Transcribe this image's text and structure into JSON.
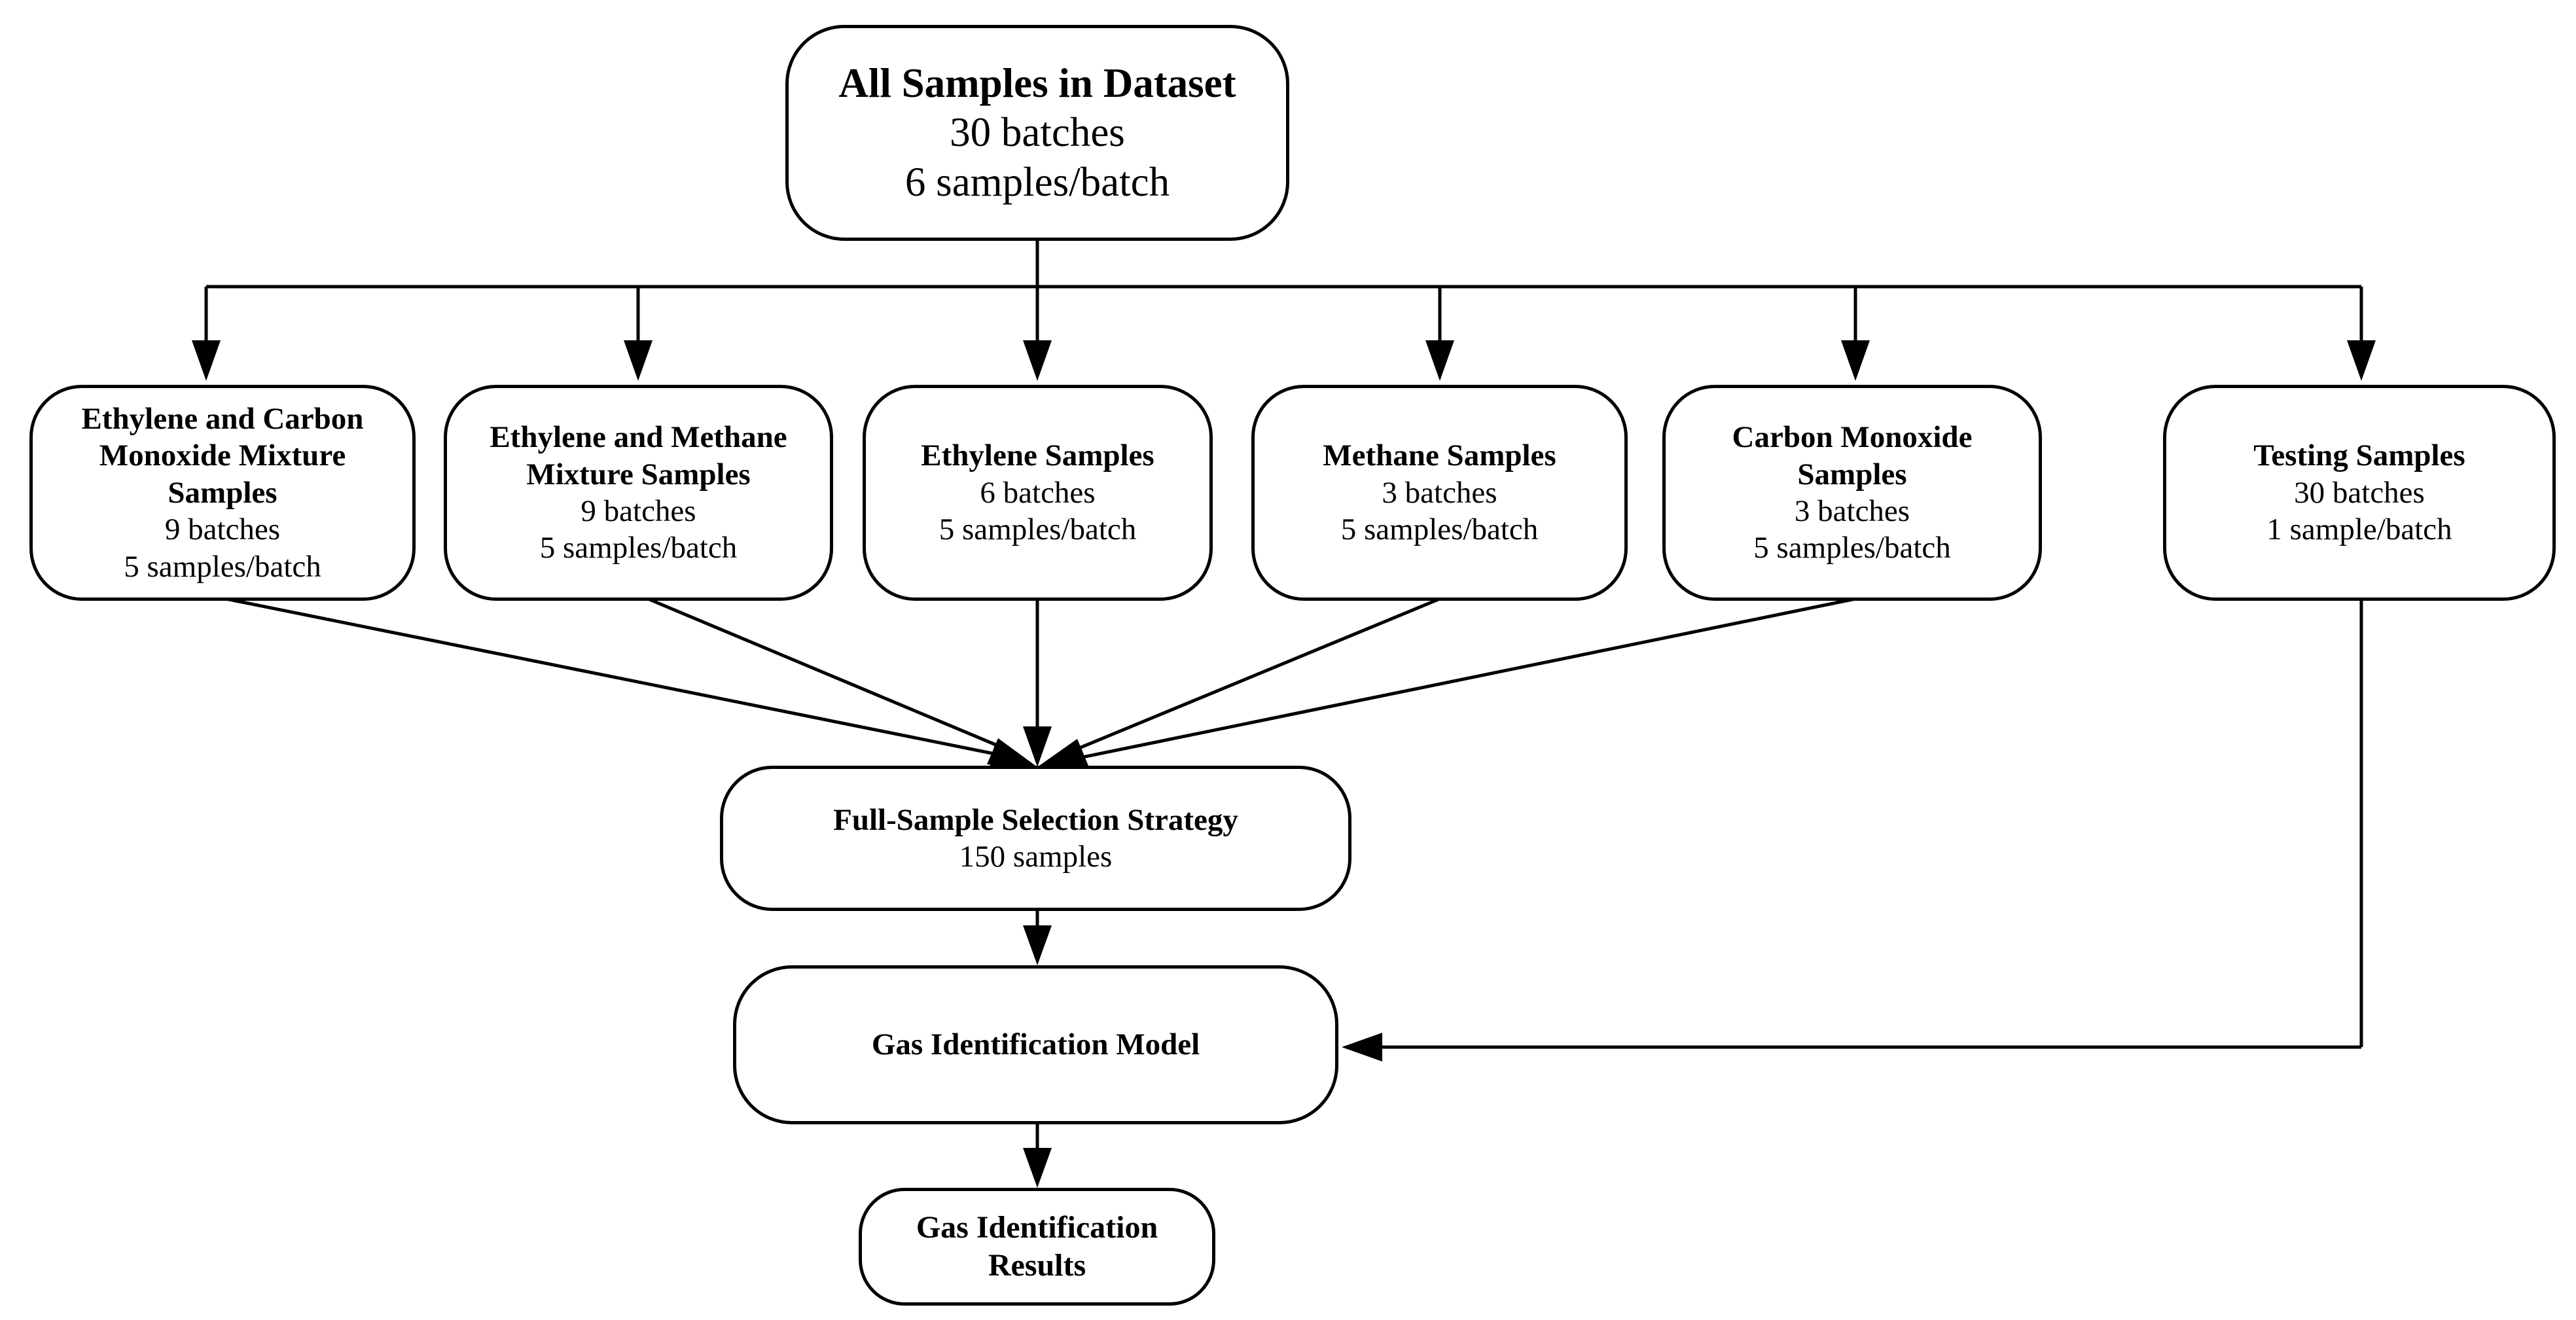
{
  "diagram": {
    "root": {
      "title": "All Samples in Dataset",
      "lines": [
        "30 batches",
        "6 samples/batch"
      ]
    },
    "categories": [
      {
        "title": "Ethylene and Carbon\nMonoxide Mixture\nSamples",
        "lines": [
          "9 batches",
          "5 samples/batch"
        ]
      },
      {
        "title": "Ethylene and Methane\nMixture Samples",
        "lines": [
          "9 batches",
          "5 samples/batch"
        ]
      },
      {
        "title": "Ethylene Samples",
        "lines": [
          "6 batches",
          "5 samples/batch"
        ]
      },
      {
        "title": "Methane  Samples",
        "lines": [
          "3 batches",
          "5 samples/batch"
        ]
      },
      {
        "title": "Carbon Monoxide\nSamples",
        "lines": [
          "3 batches",
          "5 samples/batch"
        ]
      }
    ],
    "testing": {
      "title": "Testing Samples",
      "lines": [
        "30 batches",
        "1 sample/batch"
      ]
    },
    "strategy": {
      "title": "Full-Sample Selection Strategy",
      "lines": [
        "150 samples"
      ]
    },
    "model": {
      "title": "Gas Identification Model"
    },
    "results": {
      "title": "Gas Identification\nResults"
    }
  }
}
